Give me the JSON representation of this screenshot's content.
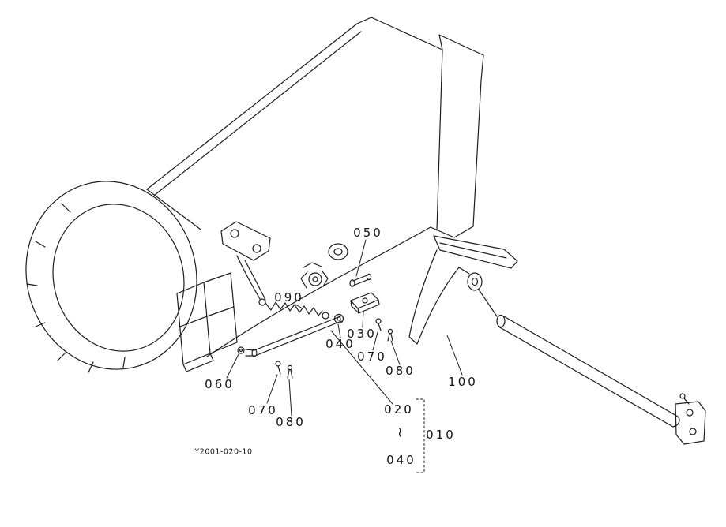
{
  "figure": {
    "drawing_code": "Y2001-020-10",
    "background": "#ffffff",
    "line_color": "#1c1c1c",
    "text_color": "#111111"
  },
  "callouts": {
    "c050": {
      "label": "050"
    },
    "c090": {
      "label": "090"
    },
    "c040a": {
      "label": "040"
    },
    "c030": {
      "label": "030"
    },
    "c070a": {
      "label": "070"
    },
    "c080a": {
      "label": "080"
    },
    "c060": {
      "label": "060"
    },
    "c070b": {
      "label": "070"
    },
    "c080b": {
      "label": "080"
    },
    "c020": {
      "label": "020"
    },
    "range_tilde": {
      "label": "~"
    },
    "c010": {
      "label": "010"
    },
    "c040b": {
      "label": "040"
    },
    "c100": {
      "label": "100"
    }
  }
}
